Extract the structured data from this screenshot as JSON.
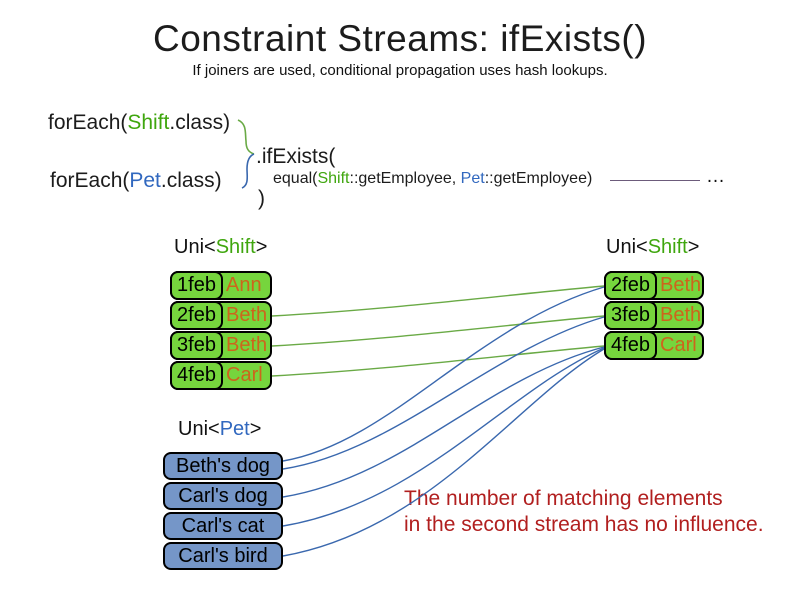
{
  "title": "Constraint Streams: ifExists()",
  "subtitle": "If joiners are used, conditional propagation uses hash lookups.",
  "code": {
    "foreach_shift": {
      "prefix": "forEach(",
      "class_name": "Shift",
      "suffix": ".class)"
    },
    "foreach_pet": {
      "prefix": "forEach(",
      "class_name": "Pet",
      "suffix": ".class)"
    },
    "if_exists": ".ifExists(",
    "equal": {
      "prefix": "equal(",
      "shift_class": "Shift",
      "mid": "::getEmployee, ",
      "pet_class": "Pet",
      "suffix": "::getEmployee)"
    },
    "ellipsis": "…",
    "close_paren": ")"
  },
  "left_shift_table": {
    "label": {
      "prefix": "Uni<",
      "type": "Shift",
      "suffix": ">"
    },
    "rows": [
      {
        "date": "1feb",
        "employee": "Ann"
      },
      {
        "date": "2feb",
        "employee": "Beth"
      },
      {
        "date": "3feb",
        "employee": "Beth"
      },
      {
        "date": "4feb",
        "employee": "Carl"
      }
    ]
  },
  "right_shift_table": {
    "label": {
      "prefix": "Uni<",
      "type": "Shift",
      "suffix": ">"
    },
    "rows": [
      {
        "date": "2feb",
        "employee": "Beth"
      },
      {
        "date": "3feb",
        "employee": "Beth"
      },
      {
        "date": "4feb",
        "employee": "Carl"
      }
    ]
  },
  "pet_table": {
    "label": {
      "prefix": "Uni<",
      "type": "Pet",
      "suffix": ">"
    },
    "rows": [
      {
        "name": "Beth's dog"
      },
      {
        "name": "Carl's dog"
      },
      {
        "name": "Carl's cat"
      },
      {
        "name": "Carl's bird"
      }
    ]
  },
  "connections": {
    "shift_matches": [
      {
        "from": "2feb Beth",
        "to": "2feb Beth"
      },
      {
        "from": "3feb Beth",
        "to": "3feb Beth"
      },
      {
        "from": "4feb Carl",
        "to": "4feb Carl"
      }
    ],
    "pet_lookups": [
      {
        "from": "Beth's dog",
        "to": "2feb Beth"
      },
      {
        "from": "Beth's dog",
        "to": "3feb Beth"
      },
      {
        "from": "Carl's dog",
        "to": "4feb Carl"
      },
      {
        "from": "Carl's cat",
        "to": "4feb Carl"
      },
      {
        "from": "Carl's bird",
        "to": "4feb Carl"
      }
    ]
  },
  "note": {
    "line1": "The number of matching elements",
    "line2": "in the second stream has no influence."
  },
  "colors": {
    "shift_class_green": "#3fa60e",
    "pet_class_blue": "#3168bf",
    "shift_box_fill": "#76d53d",
    "pet_box_fill": "#7596c8",
    "employee_name_orange": "#cd651c",
    "note_red": "#b11f1f",
    "match_line_green": "#6aaa46",
    "lookup_line_blue": "#3a68ae",
    "continuation_dash": "#6c5b7b"
  }
}
